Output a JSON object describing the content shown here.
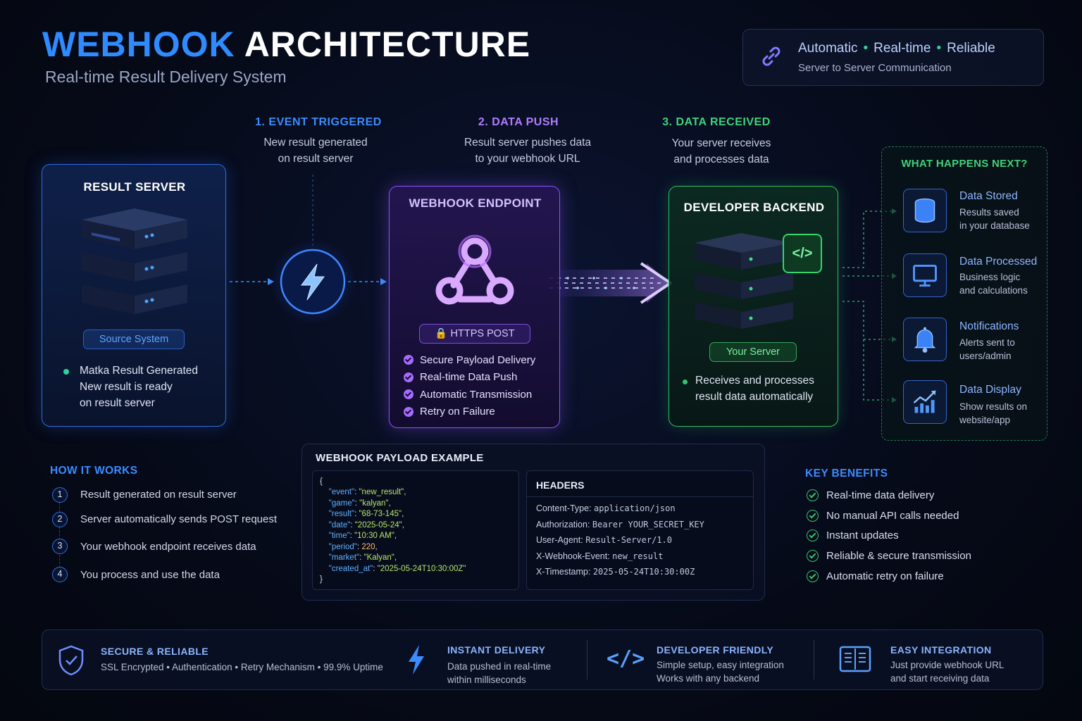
{
  "header": {
    "title_accent": "WEBHOOK",
    "title_rest": "ARCHITECTURE",
    "subtitle": "Real-time Result Delivery System"
  },
  "top_card": {
    "tags": [
      "Automatic",
      "Real-time",
      "Reliable"
    ],
    "caption": "Server to Server Communication",
    "icon": "link-icon"
  },
  "steps": [
    {
      "head": "1. EVENT TRIGGERED",
      "desc1": "New result generated",
      "desc2": "on result server",
      "color": "#3a8cff"
    },
    {
      "head": "2. DATA PUSH",
      "desc1": "Result server pushes data",
      "desc2": "to your webhook URL",
      "color": "#b07cff"
    },
    {
      "head": "3. DATA RECEIVED",
      "desc1": "Your server receives",
      "desc2": "and processes data",
      "color": "#3fd37a"
    }
  ],
  "result_server": {
    "title": "RESULT SERVER",
    "badge": "Source System",
    "bullet_title": "Matka Result Generated",
    "bullet_line2": "New result is ready",
    "bullet_line3": "on result server"
  },
  "webhook_endpoint": {
    "title": "WEBHOOK ENDPOINT",
    "badge": "HTTPS POST",
    "features": [
      "Secure Payload Delivery",
      "Real-time Data Push",
      "Automatic Transmission",
      "Retry on Failure"
    ]
  },
  "developer_backend": {
    "title": "DEVELOPER BACKEND",
    "badge": "Your Server",
    "bullet_line1": "Receives and processes",
    "bullet_line2": "result data automatically"
  },
  "next_steps": {
    "title": "WHAT HAPPENS NEXT?",
    "items": [
      {
        "title": "Data Stored",
        "line1": "Results saved",
        "line2": "in your database",
        "icon": "database-icon"
      },
      {
        "title": "Data Processed",
        "line1": "Business logic",
        "line2": "and calculations",
        "icon": "monitor-icon"
      },
      {
        "title": "Notifications",
        "line1": "Alerts sent to",
        "line2": "users/admin",
        "icon": "bell-icon"
      },
      {
        "title": "Data Display",
        "line1": "Show results on",
        "line2": "website/app",
        "icon": "chart-icon"
      }
    ]
  },
  "how_it_works": {
    "title": "HOW IT WORKS",
    "steps": [
      {
        "num": "1",
        "text": "Result generated on result server"
      },
      {
        "num": "2",
        "text": "Server automatically sends POST request"
      },
      {
        "num": "3",
        "text": "Your webhook endpoint receives data"
      },
      {
        "num": "4",
        "text": "You process and use the data"
      }
    ]
  },
  "payload": {
    "title": "WEBHOOK PAYLOAD EXAMPLE",
    "open_brace": "{",
    "close_brace": "}",
    "fields": [
      {
        "key": "\"event\"",
        "value": "\"new_result\"",
        "type": "s"
      },
      {
        "key": "\"game\"",
        "value": "\"kalyan\"",
        "type": "s"
      },
      {
        "key": "\"result\"",
        "value": "\"68-73-145\"",
        "type": "s"
      },
      {
        "key": "\"date\"",
        "value": "\"2025-05-24\"",
        "type": "s"
      },
      {
        "key": "\"time\"",
        "value": "\"10:30 AM\"",
        "type": "s"
      },
      {
        "key": "\"period\"",
        "value": "220",
        "type": "n"
      },
      {
        "key": "\"market\"",
        "value": "\"Kalyan\"",
        "type": "s"
      },
      {
        "key": "\"created_at\"",
        "value": "\"2025-05-24T10:30:00Z\"",
        "type": "s"
      }
    ],
    "headers_title": "HEADERS",
    "headers": [
      {
        "name": "Content-Type:",
        "value": "application/json"
      },
      {
        "name": "Authorization:",
        "value": "Bearer YOUR_SECRET_KEY"
      },
      {
        "name": "User-Agent:",
        "value": "Result-Server/1.0"
      },
      {
        "name": "X-Webhook-Event:",
        "value": "new_result"
      },
      {
        "name": "X-Timestamp:",
        "value": "2025-05-24T10:30:00Z"
      }
    ]
  },
  "key_benefits": {
    "title": "KEY BENEFITS",
    "items": [
      "Real-time data delivery",
      "No manual API calls needed",
      "Instant updates",
      "Reliable & secure transmission",
      "Automatic retry on failure"
    ]
  },
  "footer": [
    {
      "head": "SECURE & RELIABLE",
      "line1": "SSL Encrypted • Authentication • Retry Mechanism • 99.9% Uptime",
      "line2": "",
      "icon": "shield-icon"
    },
    {
      "head": "INSTANT DELIVERY",
      "line1": "Data pushed in real-time",
      "line2": "within milliseconds",
      "icon": "lightning-icon"
    },
    {
      "head": "DEVELOPER FRIENDLY",
      "line1": "Simple setup, easy integration",
      "line2": "Works with any backend",
      "icon": "code-icon"
    },
    {
      "head": "EASY INTEGRATION",
      "line1": "Just provide webhook URL",
      "line2": "and start receiving data",
      "icon": "book-icon"
    }
  ]
}
